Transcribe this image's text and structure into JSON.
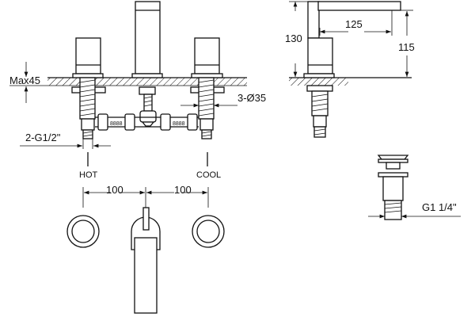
{
  "drawing": {
    "front_view": {
      "max_height_label": "Max45",
      "hole_diameter_label": "3-Ø35",
      "inlet_thread_label": "2-G1/2\"",
      "hot_label": "HOT",
      "cool_label": "COOL"
    },
    "side_view": {
      "height_label": "130",
      "reach_label": "125",
      "spout_height_label": "115"
    },
    "drain": {
      "thread_label": "G1 1/4\""
    },
    "plan_view": {
      "spacing_left_label": "100",
      "spacing_right_label": "100"
    }
  }
}
